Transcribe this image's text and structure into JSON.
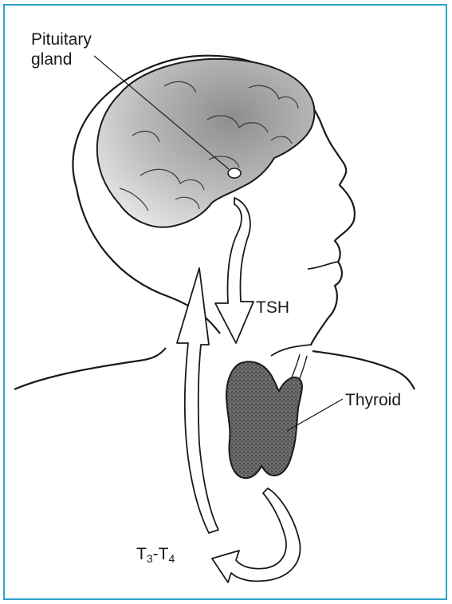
{
  "labels": {
    "pituitary_line1": "Pituitary",
    "pituitary_line2": "gland",
    "tsh": "TSH",
    "thyroid": "Thyroid",
    "t3t4": {
      "t_a": "T",
      "sub_a": "3",
      "dash": "-",
      "t_b": "T",
      "sub_b": "4"
    }
  },
  "colors": {
    "frame_border": "#2fa3c9",
    "outline": "#1a1a1a",
    "brain_fill": "#bdbdbd",
    "thyroid_fill": "#5a5a5a"
  }
}
